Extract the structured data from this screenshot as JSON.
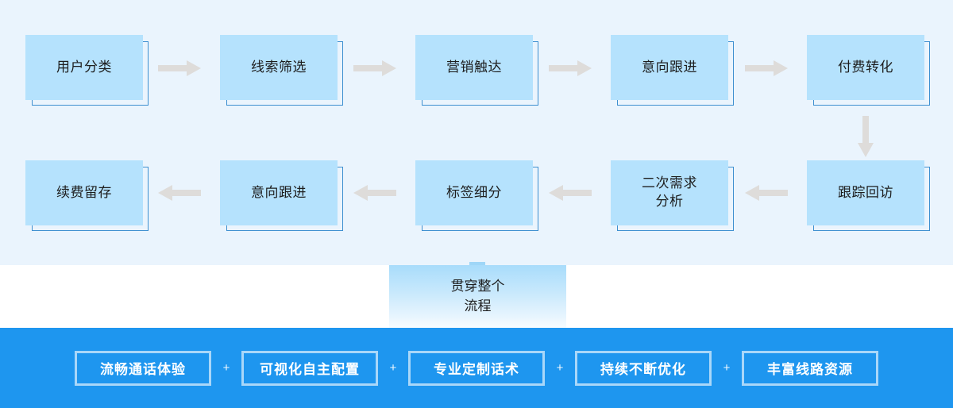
{
  "colors": {
    "panel_background": "#eaf4fd",
    "node_fill": "#b5e2fd",
    "node_outline": "#3d8fd0",
    "arrow": "#dedcda",
    "bar_background": "#1e96ef",
    "pill_border": "#ffffff",
    "text": "#1d1d1d"
  },
  "flow": {
    "row1": [
      {
        "label": "用户分类"
      },
      {
        "label": "线索筛选"
      },
      {
        "label": "营销触达"
      },
      {
        "label": "意向跟进"
      },
      {
        "label": "付费转化"
      }
    ],
    "row2": [
      {
        "label": "续费留存"
      },
      {
        "label": "意向跟进"
      },
      {
        "label": "标签细分"
      },
      {
        "label": "二次需求\n分析"
      },
      {
        "label": "跟踪回访"
      }
    ],
    "row1_arrow_direction": "right",
    "row2_arrow_direction": "left",
    "connector_direction": "down"
  },
  "center": {
    "label": "贯穿整个\n流程"
  },
  "footer": {
    "separator": "+",
    "pills": [
      {
        "label": "流畅通话体验"
      },
      {
        "label": "可视化自主配置"
      },
      {
        "label": "专业定制话术"
      },
      {
        "label": "持续不断优化"
      },
      {
        "label": "丰富线路资源"
      }
    ]
  }
}
